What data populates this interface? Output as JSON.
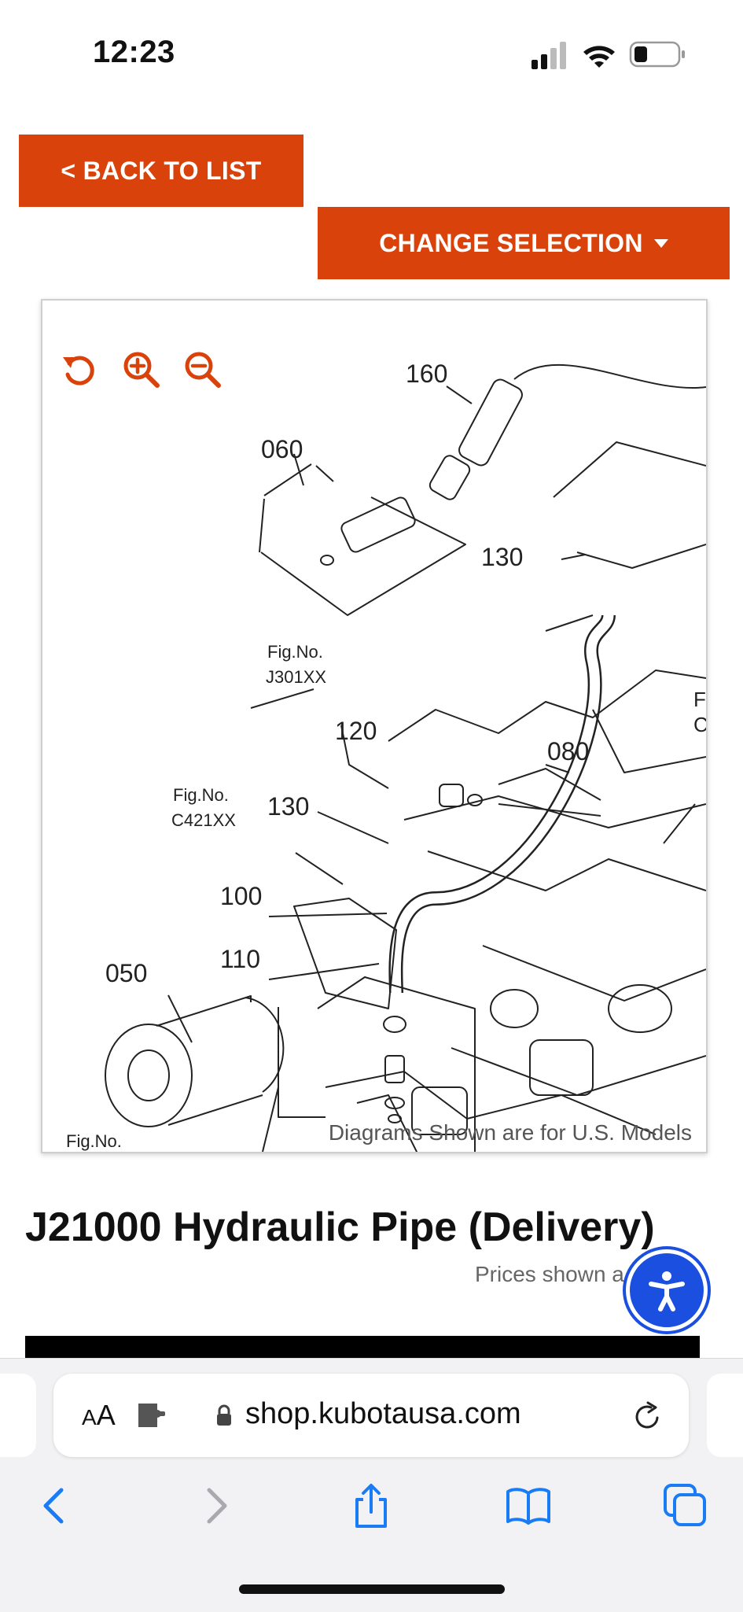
{
  "status_bar": {
    "time": "12:23"
  },
  "buttons": {
    "back_label": "< BACK TO LIST",
    "change_label": "CHANGE SELECTION"
  },
  "diagram": {
    "callouts": [
      "160",
      "060",
      "130",
      "Fig.No.",
      "J301XX",
      "120",
      "080",
      "Fig.No.",
      "C421XX",
      "130",
      "100",
      "110",
      "050",
      "Fig.No.",
      "F",
      "C"
    ],
    "disclaimer": "Diagrams Shown are for U.S. Models",
    "toolbar": [
      "reset-icon",
      "zoom-in-icon",
      "zoom-out-icon"
    ]
  },
  "part": {
    "title": "J21000 Hydraulic Pipe (Delivery)",
    "prices_note": "Prices shown a"
  },
  "browser": {
    "aa_large": "A",
    "aa_small": "A",
    "url": "shop.kubotausa.com"
  },
  "colors": {
    "accent": "#d9430b",
    "accessibility": "#1a4fe0",
    "ios_blue": "#1a7cf5"
  }
}
